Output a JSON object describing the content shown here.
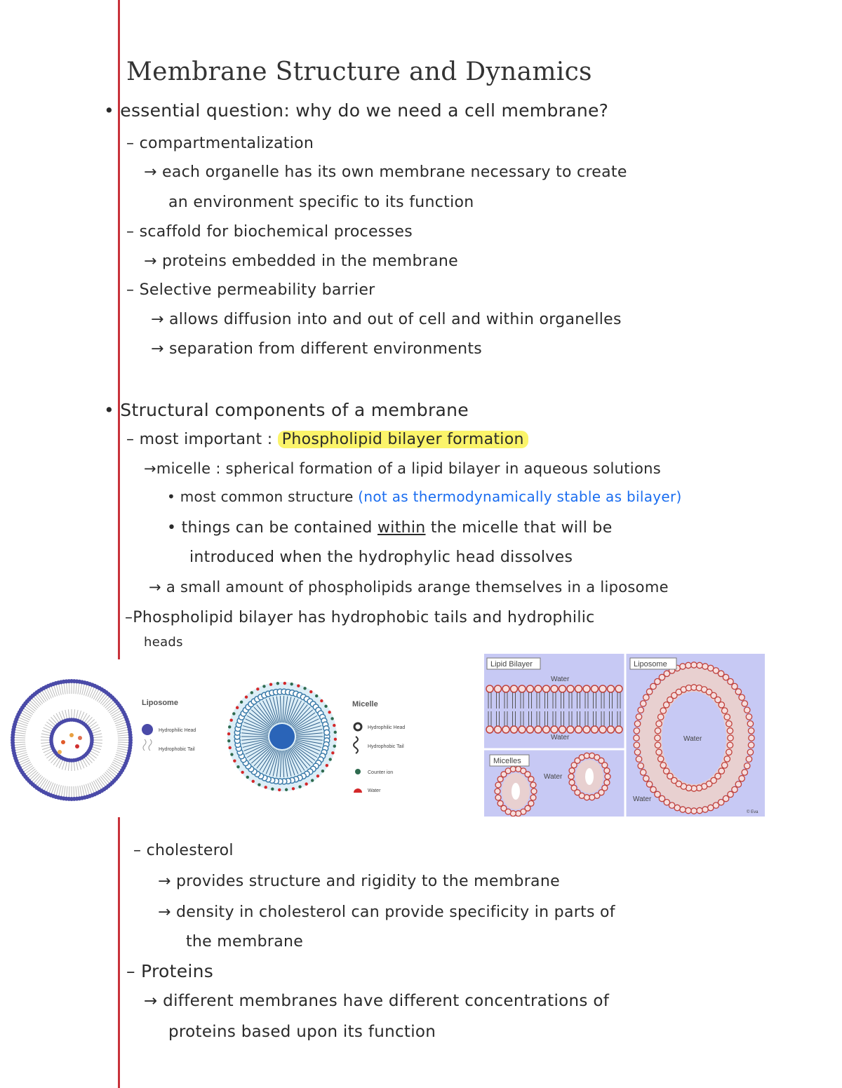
{
  "title": "Membrane Structure and Dynamics",
  "lines": {
    "q": "• essential question: why do we need a cell membrane?",
    "c1": "– compartmentalization",
    "c1a": "→ each organelle has its own membrane necessary to create",
    "c1b": "an environment specific to its function",
    "c2": "– scaffold for biochemical processes",
    "c2a": "→ proteins embedded in the membrane",
    "c3": "– Selective permeability barrier",
    "c3a": "→ allows diffusion into and out of cell and within organelles",
    "c3b": "→ separation from different environments",
    "s": "• Structural components of a membrane",
    "m_pre": "– most important :",
    "m_hl": "Phospholipid bilayer formation",
    "mic": "→micelle : spherical formation of a lipid bilayer in aqueous solutions",
    "mic1": "• most common structure",
    "mic1_blue": "(not as thermodynamically stable as bilayer)",
    "mic2_pre": "• things can be contained",
    "mic2_ul": "within",
    "mic2_post": "the micelle that will be",
    "mic2b": "introduced when the hydrophylic head dissolves",
    "lipo": "→ a small amount of phospholipids arange themselves in a liposome",
    "pb": "–Phospholipid bilayer has hydrophobic tails and hydrophilic",
    "pb2": "heads",
    "ch": "– cholesterol",
    "ch1": "→ provides structure and rigidity to the membrane",
    "ch2": "→ density in cholesterol can provide specificity in parts of",
    "ch2b": "the membrane",
    "pr": "– Proteins",
    "pr1": "→ different membranes have different concentrations of",
    "pr1b": "proteins based upon its function"
  },
  "figure_left": {
    "liposome_label": "Liposome",
    "micelle_label": "Micelle",
    "legend_left": [
      "Hydrophilic Head",
      "Hydrophobic Tail"
    ],
    "legend_right": [
      "Hydrophilic Head",
      "Hydrophobic Tail",
      "Counter ion",
      "Water"
    ]
  },
  "figure_right": {
    "bilayer_label": "Lipid Bilayer",
    "liposome_label": "Liposome",
    "micelles_label": "Micelles",
    "water": "Water",
    "credit": "© Eva"
  },
  "colors": {
    "margin": "#c8323a",
    "highlight": "#fbf46a",
    "blue_ink": "#1a6df0",
    "panel": "#c7c9f4",
    "head": "#c0413b",
    "liposome_dot": "#4a4aa8"
  }
}
